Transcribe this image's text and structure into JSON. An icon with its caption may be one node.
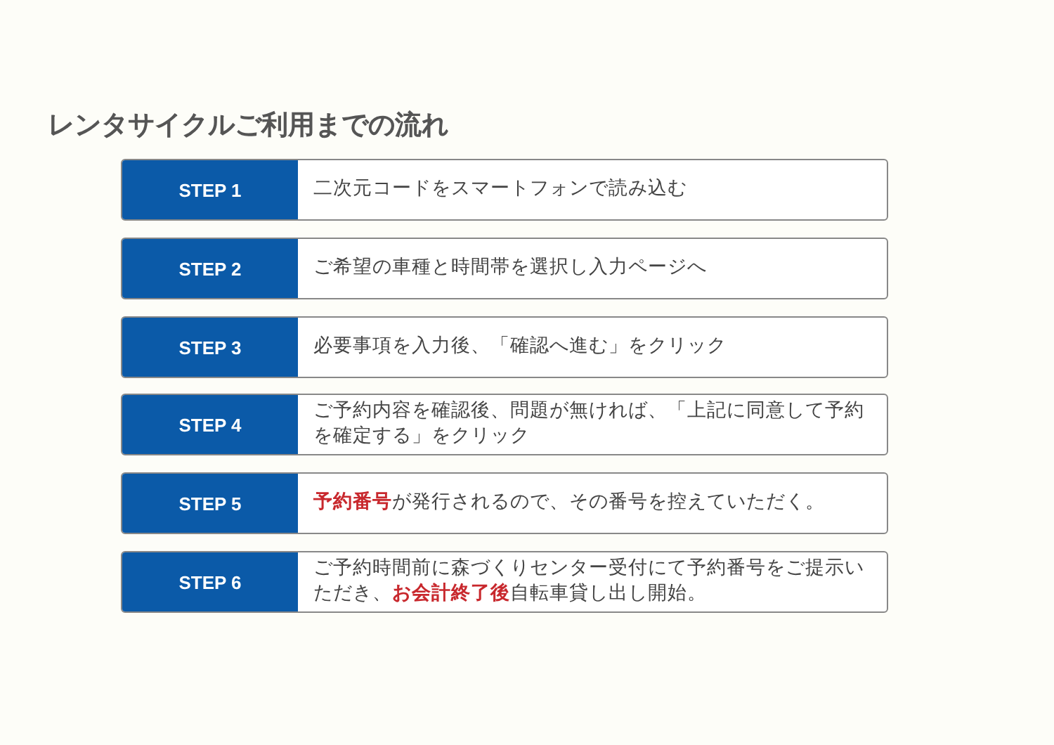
{
  "diagram": {
    "title": "レンタサイクルご利用までの流れ",
    "nodes": [
      {
        "text": [
          "STEP 1",
          "二次元コードをスマートフォンで読み込む"
        ]
      },
      {
        "text": [
          "STEP 2",
          "ご希望の車種と時間帯を選択し入力ページへ"
        ]
      },
      {
        "text": [
          "STEP 3",
          "必要事項を入力後、「確認へ進む」をクリック"
        ]
      },
      {
        "text": [
          "STEP 4",
          "ご予約内容を確認後、問題が無ければ、「上記に同意して予約を確定する」をクリック"
        ]
      },
      {
        "text": [
          "STEP 5",
          "**予約番号**が発行されるので、その番号を控えていただく。"
        ]
      },
      {
        "text": [
          "STEP 6",
          "ご予約時間前に森づくりセンター受付にて予約番号をご提示いただき、**お会計終了後**自転車貸し出し開始。"
        ]
      }
    ]
  }
}
